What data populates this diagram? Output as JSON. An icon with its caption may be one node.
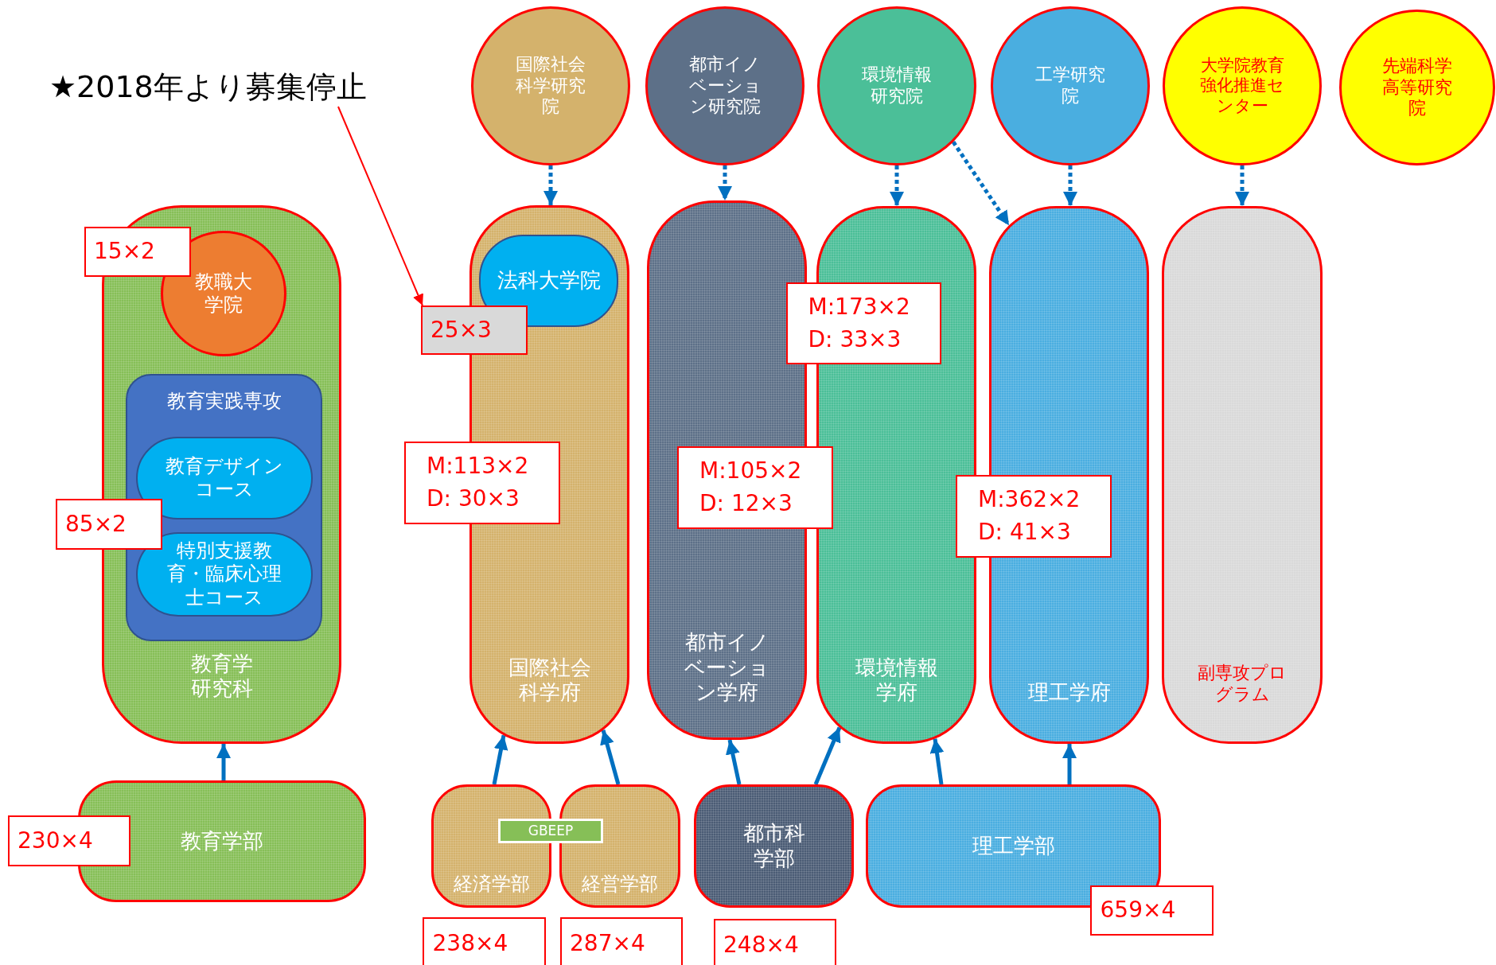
{
  "diagram": {
    "nodes": [
      {
        "text": [
          "国際社会科学研究院"
        ]
      },
      {
        "text": [
          "都市イノベーション研究院"
        ]
      },
      {
        "text": [
          "環境情報研究院"
        ]
      },
      {
        "text": [
          "工学研究院"
        ]
      },
      {
        "text": [
          "大学院教育強化推進センター"
        ]
      },
      {
        "text": [
          "先端科学高等研究院"
        ]
      },
      {
        "text": [
          "教育学研究科"
        ]
      },
      {
        "text": [
          "教職大学院"
        ],
        "in": 6
      },
      {
        "text": [
          "教育実践専攻"
        ],
        "in": 6
      },
      {
        "text": [
          "教育デザインコース"
        ],
        "in": 8
      },
      {
        "text": [
          "特別支援教育・臨床心理士コース"
        ],
        "in": 8
      },
      {
        "text": [
          "国際社会科学府"
        ]
      },
      {
        "text": [
          "法科大学院"
        ],
        "in": 11
      },
      {
        "text": [
          "都市イノベーション学府"
        ]
      },
      {
        "text": [
          "環境情報学府"
        ]
      },
      {
        "text": [
          "理工学府"
        ]
      },
      {
        "text": [
          "副専攻プログラム"
        ]
      },
      {
        "text": [
          "教育学部"
        ]
      },
      {
        "text": [
          "経済学部"
        ]
      },
      {
        "text": [
          "経営学部"
        ]
      },
      {
        "text": [
          "GBEEP"
        ]
      },
      {
        "text": [
          "都市科学部"
        ]
      },
      {
        "text": [
          "理工学部"
        ]
      },
      {
        "text": [
          "15×2"
        ]
      },
      {
        "text": [
          "85×2"
        ]
      },
      {
        "text": [
          "25×3"
        ]
      },
      {
        "text": [
          "M:113×2",
          "D: 30×3"
        ]
      },
      {
        "text": [
          "M:105×2",
          "D: 12×3"
        ]
      },
      {
        "text": [
          "M:173×2",
          "D: 33×3"
        ]
      },
      {
        "text": [
          "M:362×2",
          "D: 41×3"
        ]
      },
      {
        "text": [
          "230×4"
        ]
      },
      {
        "text": [
          "238×4"
        ]
      },
      {
        "text": [
          "287×4"
        ]
      },
      {
        "text": [
          "248×4"
        ]
      },
      {
        "text": [
          "659×4"
        ]
      },
      {
        "text": [
          "★2018年より募集停止"
        ]
      }
    ],
    "edges": [
      {
        "from": 0,
        "to": 11,
        "arrow": "to",
        "style": "dashed"
      },
      {
        "from": 1,
        "to": 13,
        "arrow": "to",
        "style": "dashed"
      },
      {
        "from": 2,
        "to": 14,
        "arrow": "to",
        "style": "dashed"
      },
      {
        "from": 2,
        "to": 15,
        "arrow": "to",
        "style": "dashed"
      },
      {
        "from": 3,
        "to": 15,
        "arrow": "to",
        "style": "dashed"
      },
      {
        "from": 4,
        "to": 16,
        "arrow": "to",
        "style": "dashed"
      },
      {
        "from": 17,
        "to": 6,
        "arrow": "to"
      },
      {
        "from": 18,
        "to": 11,
        "arrow": "to"
      },
      {
        "from": 19,
        "to": 11,
        "arrow": "to"
      },
      {
        "from": 21,
        "to": 13,
        "arrow": "to"
      },
      {
        "from": 21,
        "to": 14,
        "arrow": "to"
      },
      {
        "from": 22,
        "to": 14,
        "arrow": "to"
      },
      {
        "from": 22,
        "to": 15,
        "arrow": "to"
      },
      {
        "from": 35,
        "to": 25,
        "arrow": "to",
        "color": "#ff0000"
      }
    ]
  }
}
